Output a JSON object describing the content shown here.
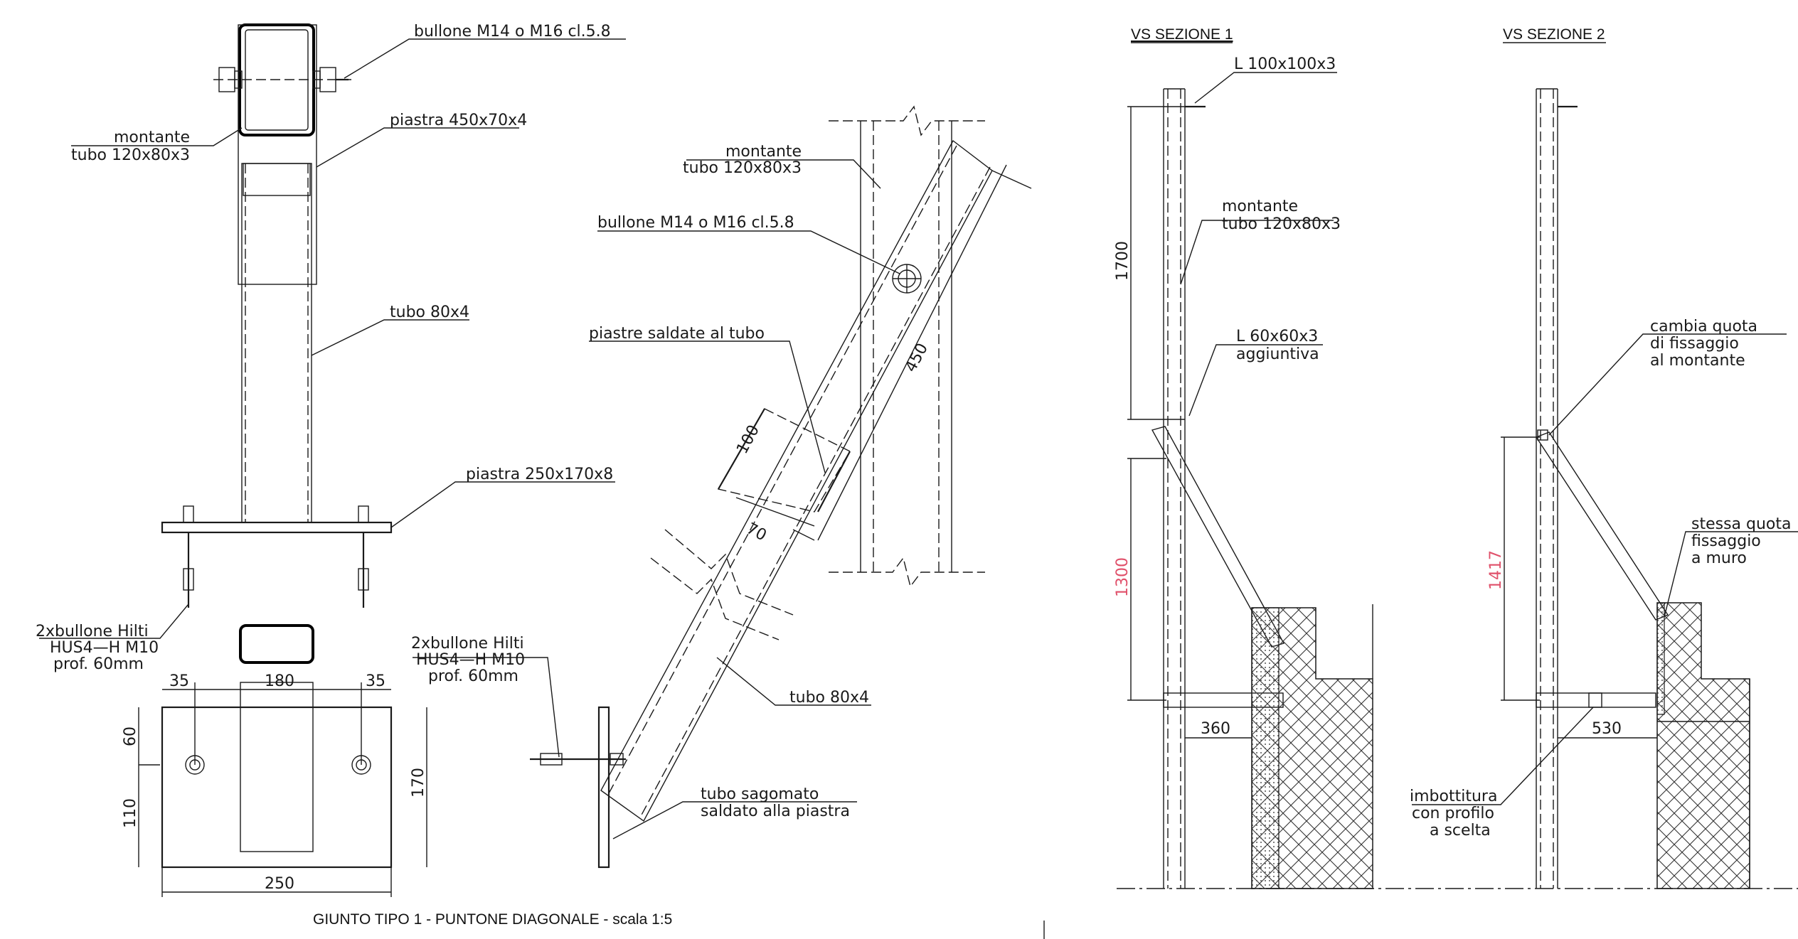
{
  "left_detail": {
    "bolt_label": "bullone M14 o M16 cl.5.8",
    "upright_label_1": "montante",
    "upright_label_2": "tubo 120x80x3",
    "plate_top_label": "piastra 450x70x4",
    "tube_label": "tubo 80x4",
    "base_plate_label": "piastra 250x170x8",
    "anchor_label_1": "2xbullone Hilti",
    "anchor_label_2": "HUS4—H M10",
    "anchor_label_3": "prof. 60mm",
    "dims": {
      "d35a": "35",
      "d180": "180",
      "d35b": "35",
      "d60": "60",
      "d110": "110",
      "d170": "170",
      "d250": "250"
    }
  },
  "middle_detail": {
    "upright_label_1": "montante",
    "upright_label_2": "tubo 120x80x3",
    "bolt_label": "bullone M14 o M16 cl.5.8",
    "welded_plates_label": "piastre saldate al tubo",
    "dim_450": "450",
    "dim_100": "100",
    "dim_70": "70",
    "anchor_label_1": "2xbullone Hilti",
    "anchor_label_2": "HUS4—H M10",
    "anchor_label_3": "prof. 60mm",
    "tube_label": "tubo 80x4",
    "shaped_tube_label_1": "tubo sagomato",
    "shaped_tube_label_2": "saldato alla piastra"
  },
  "section_1": {
    "title": "VS SEZIONE 1",
    "angle_label": "L 100x100x3",
    "upright_label_1": "montante",
    "upright_label_2": "tubo 120x80x3",
    "dim_1700": "1700",
    "angle2_label_1": "L 60x60x3",
    "angle2_label_2": "aggiuntiva",
    "dim_1300": "1300",
    "dim_360": "360"
  },
  "section_2": {
    "title": "VS SEZIONE 2",
    "change_label_1": "cambia quota",
    "change_label_2": "di fissaggio",
    "change_label_3": "al montante",
    "same_label_1": "stessa quota",
    "same_label_2": "fissaggio",
    "same_label_3": "a muro",
    "dim_1417": "1417",
    "dim_530": "530",
    "padding_label_1": "imbottitura",
    "padding_label_2": "con profilo",
    "padding_label_3": "a scelta"
  },
  "footer": {
    "title": "GIUNTO TIPO 1 - PUNTONE DIAGONALE - scala 1:5"
  },
  "colors": {
    "line": "#1a1a1a",
    "red_dim": "#e0506a"
  }
}
